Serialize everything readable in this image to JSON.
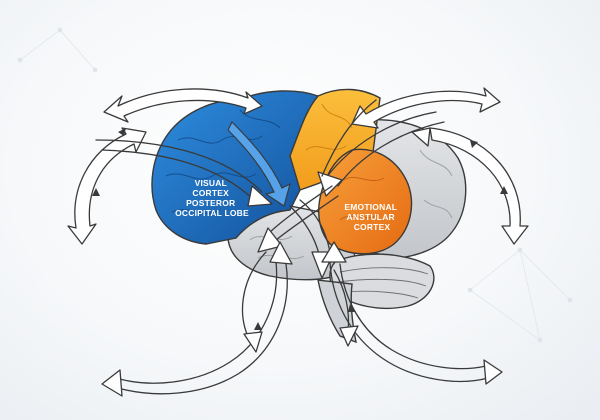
{
  "labels": {
    "visual": [
      "VISUAL",
      "CORTEX",
      "POSTEROR",
      "OCCIPITAL LOBE"
    ],
    "emotional": [
      "EMOTIONAL",
      "ANSTULAR",
      "CORTEX"
    ]
  },
  "colors": {
    "visual_cortex": "#1f6cc4",
    "parietal": "#f5a623",
    "emotional_cortex": "#ef7d1a",
    "temporal": "#c9ccd0",
    "cerebellum": "#d9dbde",
    "outline": "#3a3a3a",
    "arrow_fill": "#ffffff"
  }
}
